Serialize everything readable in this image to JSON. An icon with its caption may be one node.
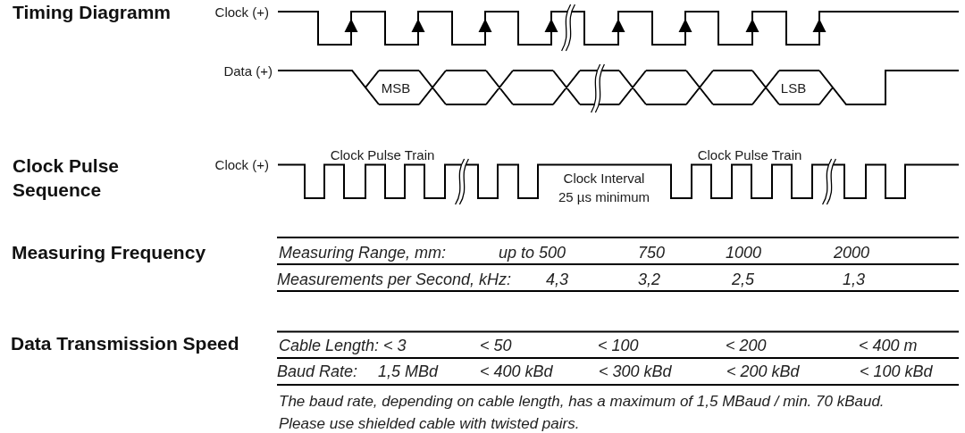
{
  "diagram": {
    "labels": [
      "Timing Diagramm",
      "Clock (+)",
      "Data (+)",
      "MSB",
      "LSB",
      "Clock Pulse Sequence",
      "Clock Pulse Train",
      "Clock (+)",
      "Clock Interval 25 µs minimum",
      "Clock Pulse Train",
      "Measuring Frequency",
      "Measuring Range, mm:",
      "up to 500",
      "750",
      "1000",
      "2000",
      "Measurements per Second, kHz:",
      "4,3",
      "3,2",
      "2,5",
      "1,3",
      "Data Transmission Speed",
      "Cable Length: < 3",
      "< 50",
      "< 100",
      "< 200",
      "< 400 m",
      "Baud Rate:",
      "1,5 MBd",
      "< 400 kBd",
      "< 300 kBd",
      "< 200 kBd",
      "< 100 kBd",
      "The baud rate, depending on cable length, has a maximum of 1,5 MBaud / min. 70 kBaud.",
      "Please use shielded cable with twisted pairs."
    ]
  }
}
